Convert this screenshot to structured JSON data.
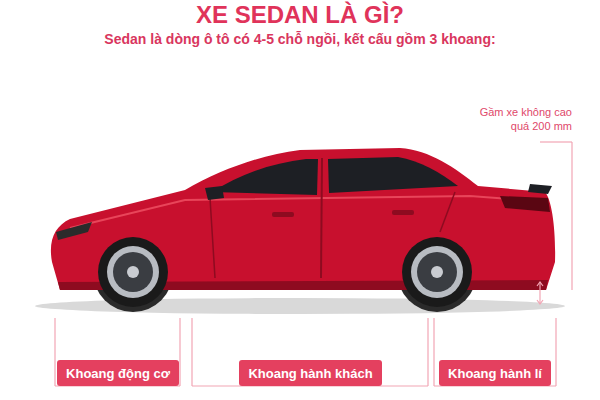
{
  "diagram": {
    "title": "XE SEDAN LÀ GÌ?",
    "nodes": [
      {
        "text": [
          "Khoang động cơ"
        ]
      },
      {
        "text": [
          "Khoang hành khách"
        ]
      },
      {
        "text": [
          "Khoang hành lí"
        ]
      }
    ],
    "labels": [
      "Sedan là dòng ô tô có 4-5 chỗ ngồi, kết cấu gồm 3 khoang:",
      "Gầm xe không cao quá 200 mm"
    ]
  }
}
